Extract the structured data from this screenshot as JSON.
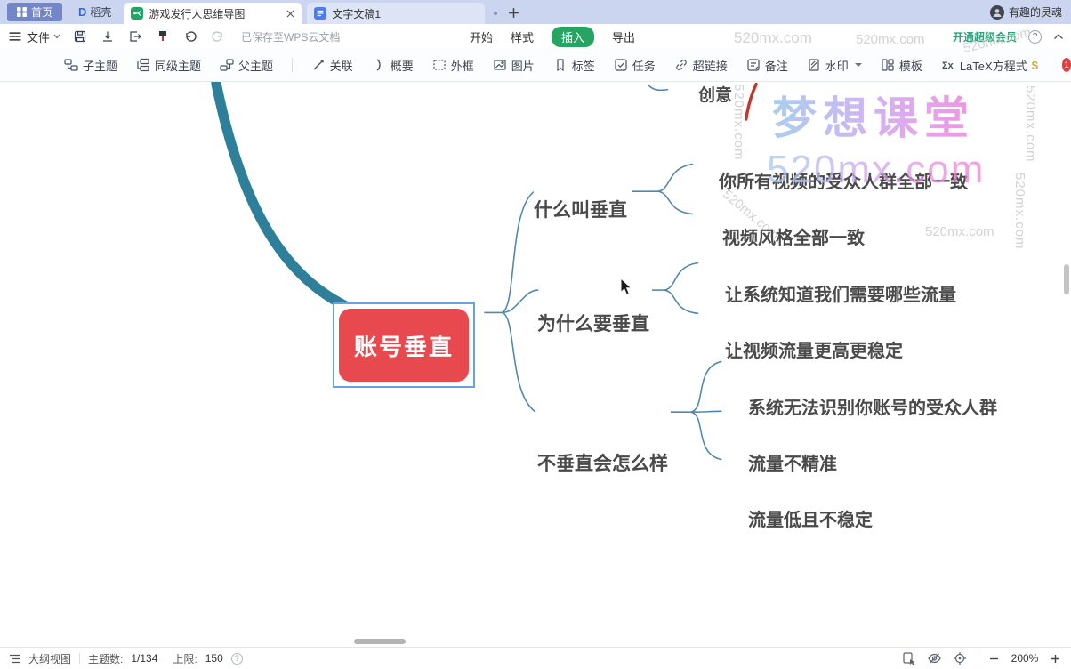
{
  "header": {
    "home": "首页",
    "docer": "稻壳",
    "doc_tab": "游戏发行人思维导图",
    "text_tab": "文字文稿1",
    "user": "有趣的灵魂"
  },
  "menubar": {
    "file": "文件",
    "saved": "已保存至WPS云文档",
    "start": "开始",
    "style": "样式",
    "insert": "插入",
    "export": "导出",
    "upgrade": "开通超级会员",
    "help": "?"
  },
  "toolbar": {
    "items": [
      "子主题",
      "同级主题",
      "父主题",
      "关联",
      "概要",
      "外框",
      "图片",
      "标签",
      "任务",
      "超链接",
      "备注",
      "水印",
      "模板",
      "LaTeX方程式"
    ],
    "latex_badge": "$",
    "red_badge": "1"
  },
  "mindmap": {
    "root": "账号垂直",
    "top_node": "创意",
    "branches": [
      {
        "label": "什么叫垂直",
        "children": [
          "你所有视频的受众人群全部一致",
          "视频风格全部一致"
        ]
      },
      {
        "label": "为什么要垂直",
        "children": [
          "让系统知道我们需要哪些流量",
          "让视频流量更高更稳定"
        ]
      },
      {
        "label": "不垂直会怎么样",
        "children": [
          "系统无法识别你账号的受众人群",
          "流量不精准",
          "流量低且不稳定"
        ]
      }
    ]
  },
  "watermarks": {
    "site": "520mx.com",
    "brand": "梦想课堂"
  },
  "statusbar": {
    "outline": "大纲视图",
    "topics_label": "主题数:",
    "topics": "1/134",
    "limit_label": "上限:",
    "limit": "150",
    "help": "?",
    "zoom": "200%"
  },
  "colors": {
    "node_red": "#e7494f",
    "selection_blue": "#66a3e0",
    "branch_teal": "#2d7f9a",
    "link_blue": "#4f88a9",
    "insert_green": "#26a562"
  }
}
